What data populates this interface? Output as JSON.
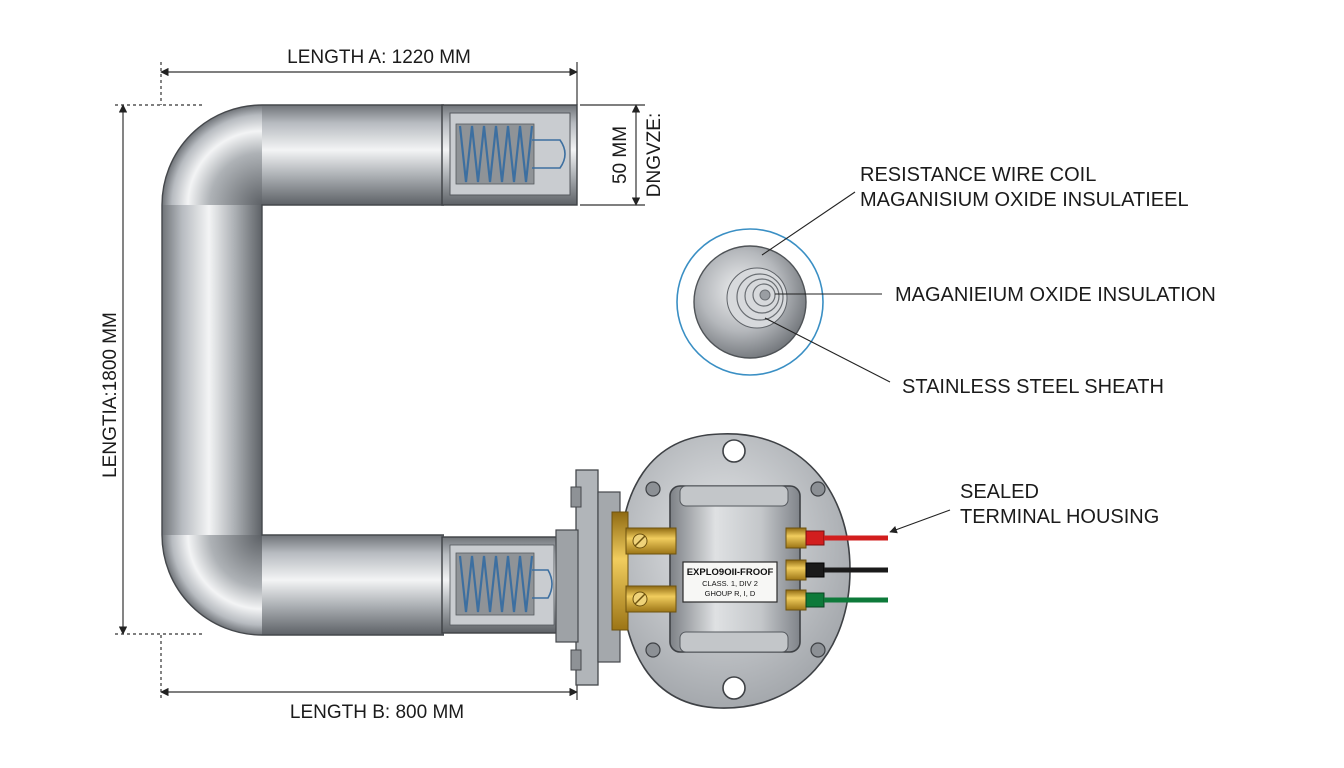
{
  "dimensions": {
    "length_a": "LENGTH A: 1220 MM",
    "length_b": "LENGTH B: 800 MM",
    "length_vertical": "LENGTIA:1800 MM",
    "diameter": "50 MM",
    "diameter_code": "DNGVZE:"
  },
  "callouts": {
    "coil_line1": "RESISTANCE WIRE COIL",
    "coil_line2": "MAGANISIUM OXIDE INSULATIEEL",
    "insulation": "MAGANIEIUM OXIDE INSULATION",
    "sheath": "STAINLESS STEEL SHEATH",
    "housing_line1": "SEALED",
    "housing_line2": "TERMINAL HOUSING"
  },
  "nameplate": {
    "line1": "EXPLO9OII-FROOF",
    "line2": "CLASS. 1, DIV 2",
    "line3": "GHOUP R, I, D"
  },
  "wires": [
    {
      "name": "red-wire",
      "color": "#d21e1e"
    },
    {
      "name": "black-wire",
      "color": "#1a1a1a"
    },
    {
      "name": "green-wire",
      "color": "#0d7a3a"
    }
  ],
  "colors": {
    "accent_ring": "#3a8fc4",
    "brass": "#d8a92c",
    "steel": "#b9bcc0"
  }
}
